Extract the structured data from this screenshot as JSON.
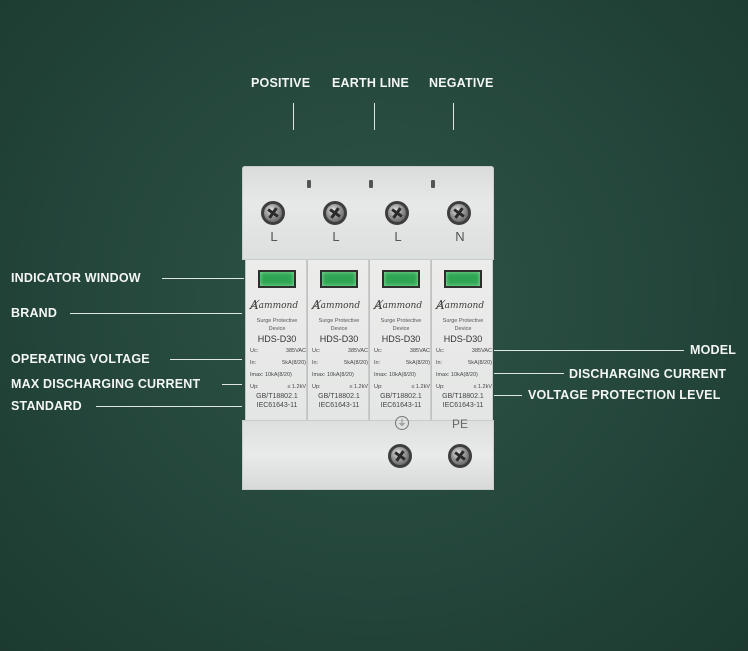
{
  "top_labels": {
    "positive": "POSITIVE",
    "earth_line": "EARTH LINE",
    "negative": "NEGATIVE"
  },
  "left_labels": {
    "indicator_window": "INDICATOR WINDOW",
    "brand": "BRAND",
    "operating_voltage": "OPERATING VOLTAGE",
    "max_discharging_current": "MAX DISCHARGING CURRENT",
    "standard": "STANDARD"
  },
  "right_labels": {
    "model": "MODEL",
    "discharging_current": "DISCHARGING CURRENT",
    "voltage_protection_level": "VOLTAGE PROTECTION LEVEL"
  },
  "terminals": [
    "L",
    "L",
    "L",
    "N"
  ],
  "bottom_terminals": {
    "earth_symbol": "⏚",
    "pe": "PE"
  },
  "module": {
    "brand": "ammond",
    "title_line1": "Surge Protective",
    "title_line2": "Device",
    "model": "HDS-D30",
    "uc_label": "Uc:",
    "uc_value": "385VAC",
    "in_label": "In:",
    "in_value": "5kA(8/20)",
    "imax": "Imax: 10kA(8/20)",
    "up_label": "Up:",
    "up_value": "≤ 1.2kV",
    "std1": "GB/T18802.1",
    "std2": "IEC61643-11"
  },
  "colors": {
    "background": "#24463b",
    "label_text": "#f4f6f4",
    "indicator_green": "#2ea552"
  }
}
